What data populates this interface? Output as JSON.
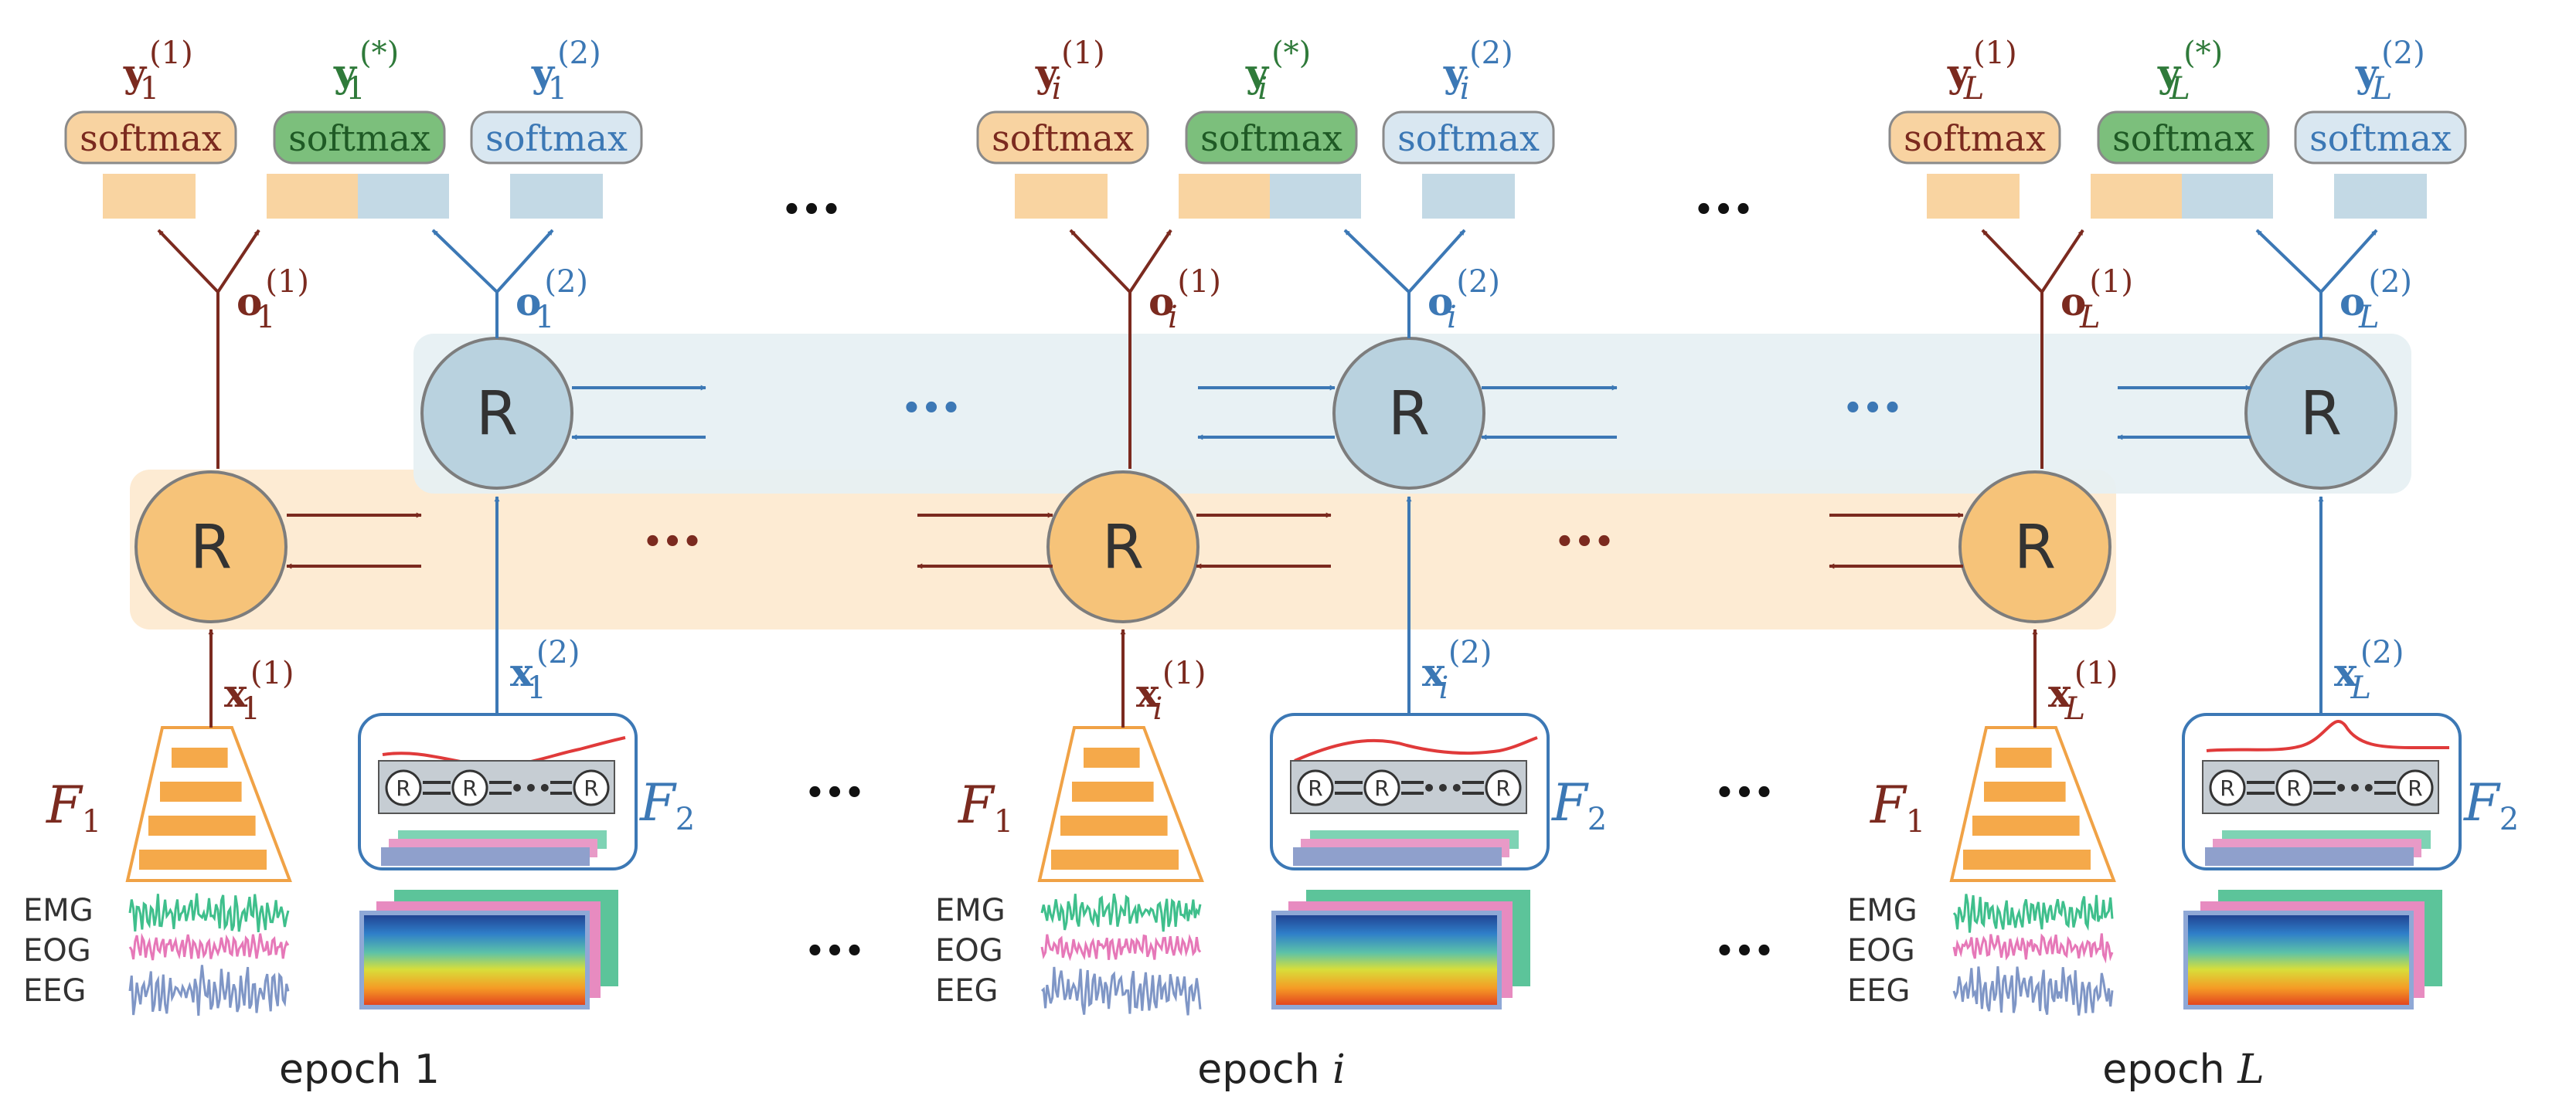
{
  "diagram": {
    "node_label": "R",
    "ellipsis": "•••",
    "softmax_label": "softmax",
    "signals": [
      "EMG",
      "EOG",
      "EEG"
    ],
    "encoders": {
      "f1": {
        "symbol": "F",
        "subscript": "1"
      },
      "f2": {
        "symbol": "F",
        "subscript": "2"
      }
    },
    "epochs": [
      {
        "caption_text": "epoch ",
        "caption_var": "1",
        "var_italic": false,
        "index": "1",
        "index_italic": false
      },
      {
        "caption_text": "epoch ",
        "caption_var": "i",
        "var_italic": true,
        "index": "i",
        "index_italic": true
      },
      {
        "caption_text": "epoch ",
        "caption_var": "L",
        "var_italic": true,
        "index": "L",
        "index_italic": true
      }
    ],
    "outputs": {
      "y_symbol": "y",
      "o_symbol": "o",
      "x_symbol": "x",
      "sup_1": "(1)",
      "sup_star": "(*)",
      "sup_2": "(2)"
    },
    "colors": {
      "stream1": "#7b2a1f",
      "stream2": "#3c78b5",
      "joint": "#2f7a3a",
      "node1_fill": "#f6c379",
      "node2_fill": "#b9d2df",
      "band1": "#fdebd3",
      "band2": "#e6f0f3",
      "softmax1": "#f8d3a1",
      "softmax_star": "#7cbf7c",
      "softmax2": "#d9e7f1",
      "bar1": "#f9d4a1",
      "bar2": "#c3d9e5",
      "pyramid": "#f5a94a",
      "emg": "#3fbf8c",
      "eog": "#e678b8",
      "eeg": "#7f96c6"
    }
  }
}
